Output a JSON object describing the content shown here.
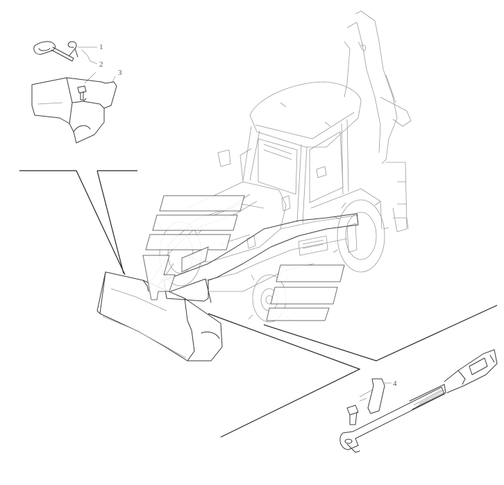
{
  "callouts": [
    {
      "id": "1",
      "label": "1"
    },
    {
      "id": "2",
      "label": "2"
    },
    {
      "id": "3",
      "label": "3"
    },
    {
      "id": "4",
      "label": "4"
    }
  ],
  "colors": {
    "line": "#3a3a3a",
    "light_line": "#9a9a9a",
    "background": "#ffffff"
  }
}
